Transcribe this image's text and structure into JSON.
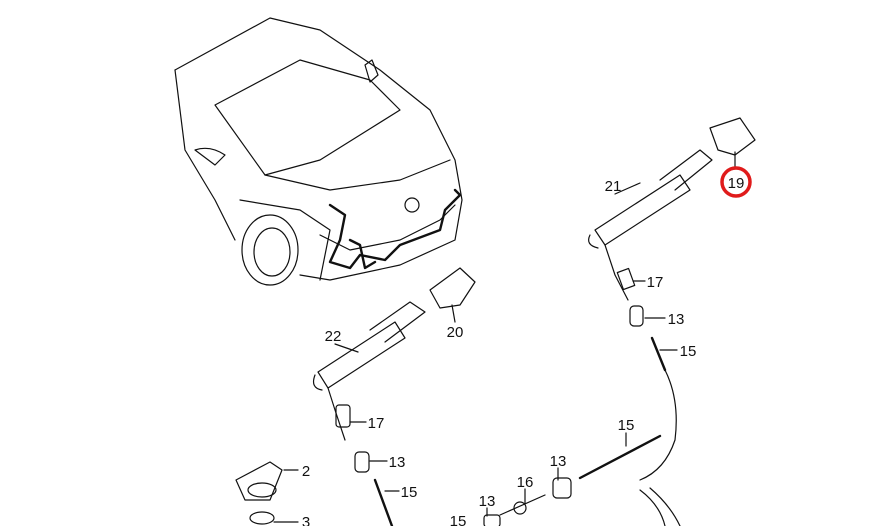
{
  "diagram": {
    "highlight_color": "#e01b1b",
    "highlighted_part": "19",
    "callouts": [
      {
        "id": "c19",
        "label": "19"
      },
      {
        "id": "c21",
        "label": "21"
      },
      {
        "id": "c17a",
        "label": "17"
      },
      {
        "id": "c13a",
        "label": "13"
      },
      {
        "id": "c15a",
        "label": "15"
      },
      {
        "id": "c22",
        "label": "22"
      },
      {
        "id": "c20",
        "label": "20"
      },
      {
        "id": "c17b",
        "label": "17"
      },
      {
        "id": "c13b",
        "label": "13"
      },
      {
        "id": "c15b",
        "label": "15"
      },
      {
        "id": "c2",
        "label": "2"
      },
      {
        "id": "c3",
        "label": "3"
      },
      {
        "id": "c13c",
        "label": "13"
      },
      {
        "id": "c16",
        "label": "16"
      },
      {
        "id": "c13d",
        "label": "13"
      },
      {
        "id": "c15c",
        "label": "15"
      },
      {
        "id": "c15d",
        "label": "15"
      }
    ]
  }
}
